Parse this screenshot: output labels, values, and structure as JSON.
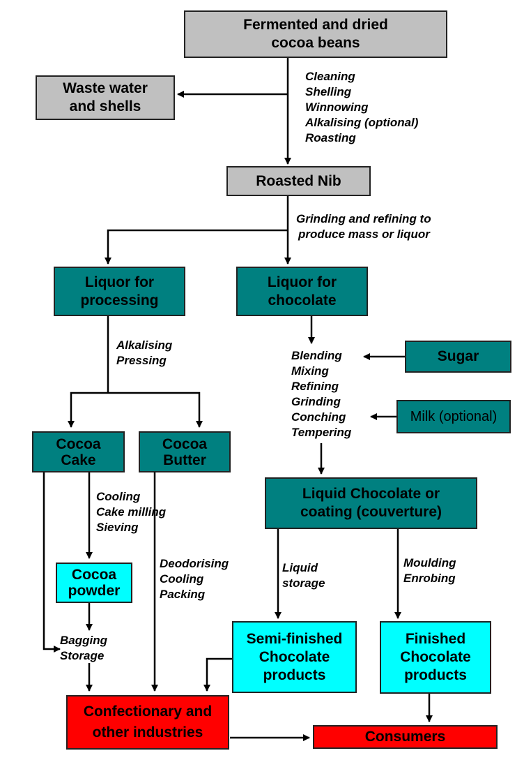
{
  "nodes": {
    "fermented": [
      "Fermented and dried",
      "cocoa beans"
    ],
    "waste": [
      "Waste water",
      "and shells"
    ],
    "roasted_nib": [
      "Roasted Nib"
    ],
    "liquor_processing": [
      "Liquor for",
      "processing"
    ],
    "liquor_chocolate": [
      "Liquor for",
      "chocolate"
    ],
    "sugar": [
      "Sugar"
    ],
    "milk": [
      "Milk (optional)"
    ],
    "cocoa_cake": [
      "Cocoa",
      "Cake"
    ],
    "cocoa_butter": [
      "Cocoa",
      "Butter"
    ],
    "cocoa_powder": [
      "Cocoa",
      "powder"
    ],
    "liquid_chocolate": [
      "Liquid Chocolate or",
      "coating (couverture)"
    ],
    "semi_finished": [
      "Semi-finished",
      "Chocolate",
      "products"
    ],
    "finished": [
      "Finished",
      "Chocolate",
      "products"
    ],
    "confectionary": [
      "Confectionary and",
      "other industries"
    ],
    "consumers": [
      "Consumers"
    ]
  },
  "annotations": {
    "bean_processing": [
      "Cleaning",
      "Shelling",
      "Winnowing",
      "Alkalising (optional)",
      "Roasting"
    ],
    "grinding": [
      "Grinding and refining to",
      "produce mass or liquor"
    ],
    "alkalising_pressing": [
      "Alkalising",
      "Pressing"
    ],
    "chocolate_making": [
      "Blending",
      "Mixing",
      "Refining",
      "Grinding",
      "Conching",
      "Tempering"
    ],
    "cake_processing": [
      "Cooling",
      "Cake milling",
      "Sieving"
    ],
    "butter_processing": [
      "Deodorising",
      "Cooling",
      "Packing"
    ],
    "liquid_storage": [
      "Liquid",
      "storage"
    ],
    "moulding": [
      "Moulding",
      "Enrobing"
    ],
    "bagging": [
      "Bagging",
      "Storage"
    ]
  },
  "colors": {
    "raw": "#c0c0c0",
    "intermediate": "#008080",
    "product": "#00ffff",
    "end_use": "#ff0000"
  }
}
